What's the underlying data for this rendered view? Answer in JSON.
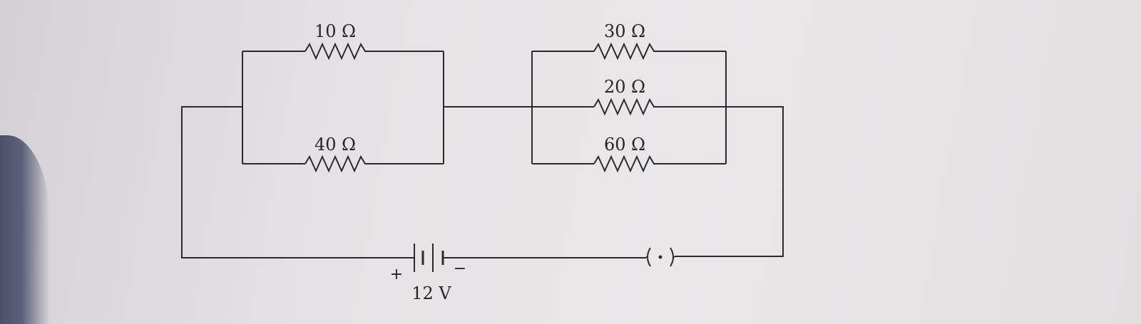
{
  "resistors": {
    "r_top_left": "10 Ω",
    "r_bottom_left": "40 Ω",
    "r_top_right": "30 Ω",
    "r_mid_right": "20 Ω",
    "r_bottom_right": "60 Ω"
  },
  "battery": {
    "voltage": "12 V",
    "plus_sign": "+",
    "minus_sign": "−"
  },
  "switch": {
    "symbol": "(•)"
  }
}
